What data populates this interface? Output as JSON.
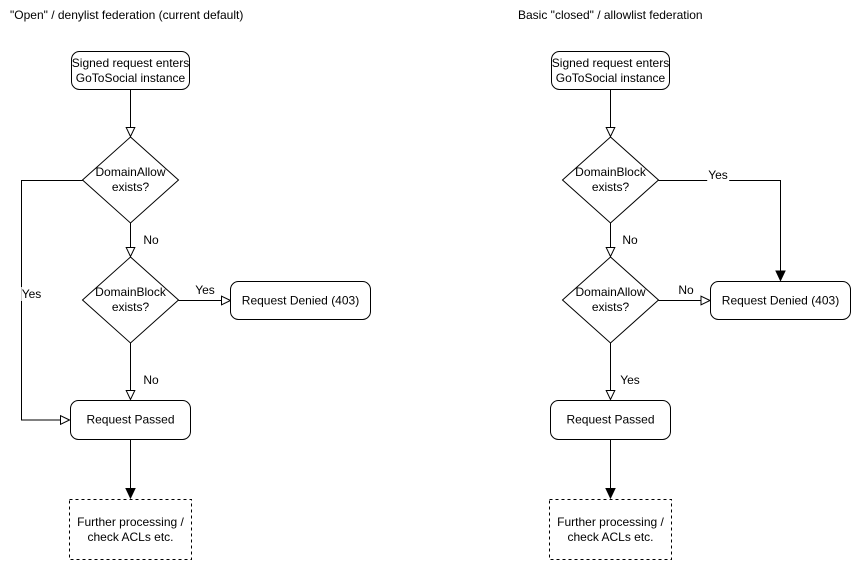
{
  "page": {
    "background": "#ffffff",
    "stroke_color": "#000000",
    "text_color": "#000000"
  },
  "left_chart": {
    "title": "\"Open\" / denylist federation (current default)",
    "nodes": {
      "start": {
        "line1": "Signed request enters",
        "line2": "GoToSocial instance"
      },
      "decision1": {
        "line1": "DomainAllow",
        "line2": "exists?"
      },
      "decision2": {
        "line1": "DomainBlock",
        "line2": "exists?"
      },
      "denied": {
        "label": "Request Denied (403)"
      },
      "passed": {
        "label": "Request Passed"
      },
      "further": {
        "line1": "Further processing /",
        "line2": "check ACLs etc."
      }
    },
    "edges": {
      "decision1_no": "No",
      "decision1_yes": "Yes",
      "decision2_yes": "Yes",
      "decision2_no": "No"
    }
  },
  "right_chart": {
    "title": "Basic \"closed\" / allowlist federation",
    "nodes": {
      "start": {
        "line1": "Signed request enters",
        "line2": "GoToSocial instance"
      },
      "decision1": {
        "line1": "DomainBlock",
        "line2": "exists?"
      },
      "decision2": {
        "line1": "DomainAllow",
        "line2": "exists?"
      },
      "denied": {
        "label": "Request Denied (403)"
      },
      "passed": {
        "label": "Request Passed"
      },
      "further": {
        "line1": "Further processing /",
        "line2": "check ACLs etc."
      }
    },
    "edges": {
      "decision1_yes": "Yes",
      "decision1_no": "No",
      "decision2_no": "No",
      "decision2_yes": "Yes"
    }
  }
}
